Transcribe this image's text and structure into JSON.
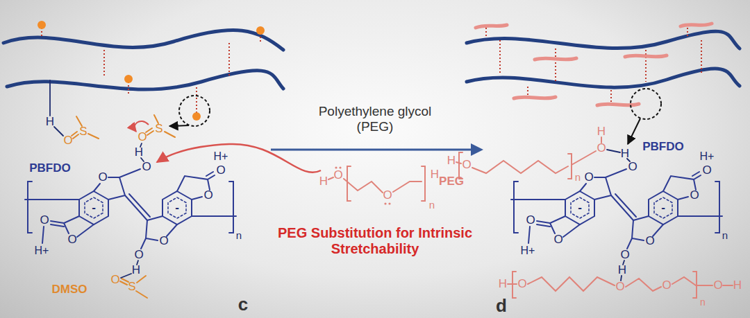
{
  "diagram": {
    "labels": [
      "H",
      "O",
      "S",
      "O",
      "S",
      "H",
      "O",
      "PBFDO",
      "H+",
      "O",
      "O",
      "O",
      "-",
      "-",
      "n",
      "O",
      "O",
      "H+",
      "O",
      "O",
      "H",
      "DMSO",
      "O",
      "S",
      "Polyethylene glycol (PEG)",
      "H",
      "O",
      "O",
      "H",
      "n",
      "PEG Substitution for Intrinsic Stretchability",
      "c",
      "d",
      "H",
      "O",
      "n",
      "O",
      "H",
      "H",
      "PEG",
      "O",
      "PBFDO",
      "H+",
      "O",
      "O",
      "O",
      "-",
      "-",
      "n",
      "O",
      "O",
      "H+",
      "O",
      "O",
      "H",
      "H",
      "O",
      "O",
      "O",
      "n",
      "O",
      "H"
    ]
  }
}
